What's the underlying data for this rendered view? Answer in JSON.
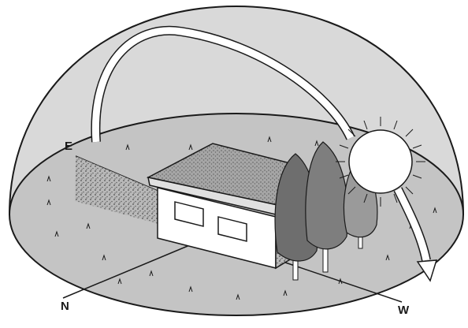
{
  "directions": {
    "east": "E",
    "north": "N",
    "west": "W"
  },
  "colors": {
    "dome": "#d9d9d9",
    "ground": "#c4c4c4",
    "outline": "#1a1a1a",
    "sun": "#ffffff",
    "tree_dark": "#6e6e6e",
    "tree_light": "#9a9a9a",
    "roof": "#8f8f8f",
    "wall": "#ffffff"
  },
  "icons": {
    "sun": "sun-icon",
    "arrow": "sun-path-arrow",
    "house": "house-icon",
    "tree": "tree-icon"
  }
}
